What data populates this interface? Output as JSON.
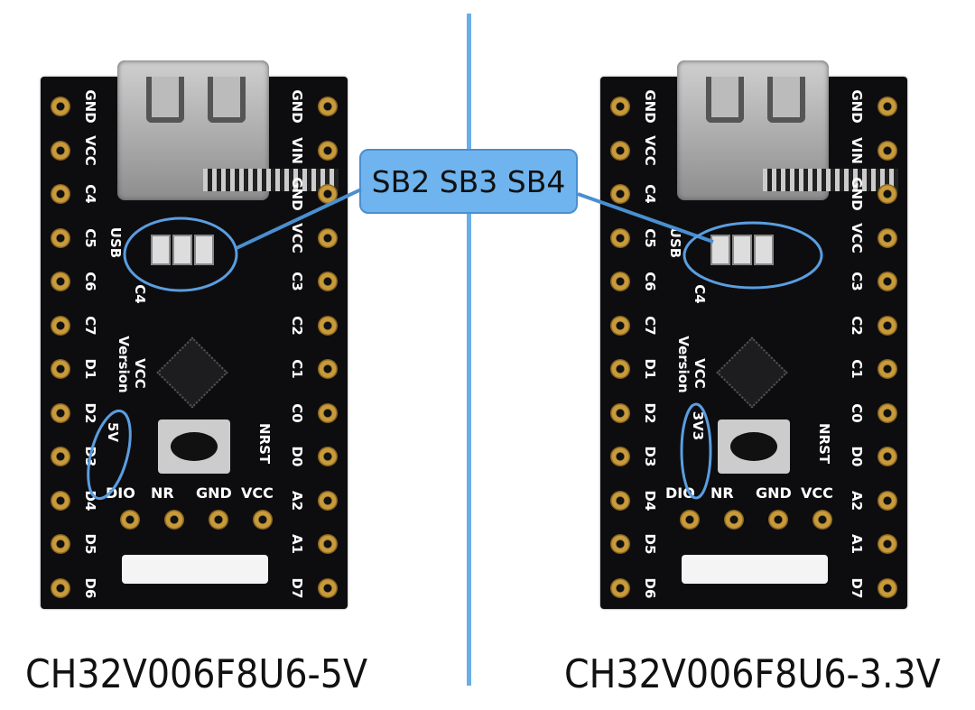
{
  "callout": {
    "label": "SB2 SB3 SB4"
  },
  "boards": [
    {
      "caption": "CH32V006F8U6-5V",
      "version_label": "5V"
    },
    {
      "caption": "CH32V006F8U6-3.3V",
      "version_label": "3V3"
    }
  ],
  "pins": {
    "left": [
      "GND",
      "VCC",
      "C4",
      "C5",
      "C6",
      "C7",
      "D1",
      "D2",
      "D3",
      "D4",
      "D5",
      "D6"
    ],
    "right": [
      "GND",
      "VIN",
      "GND",
      "VCC",
      "C3",
      "C2",
      "C1",
      "C0",
      "D0",
      "A2",
      "A1",
      "D7"
    ],
    "bottom": [
      "DIO",
      "NR",
      "GND",
      "VCC"
    ]
  },
  "silk": {
    "usb": "USB",
    "c4": "C4",
    "vcc": "VCC",
    "version": "Version",
    "nrst": "NRST"
  },
  "colors": {
    "accent": "#6fb4ee",
    "board": "#0d0d0f",
    "pad": "#c89a3a"
  }
}
